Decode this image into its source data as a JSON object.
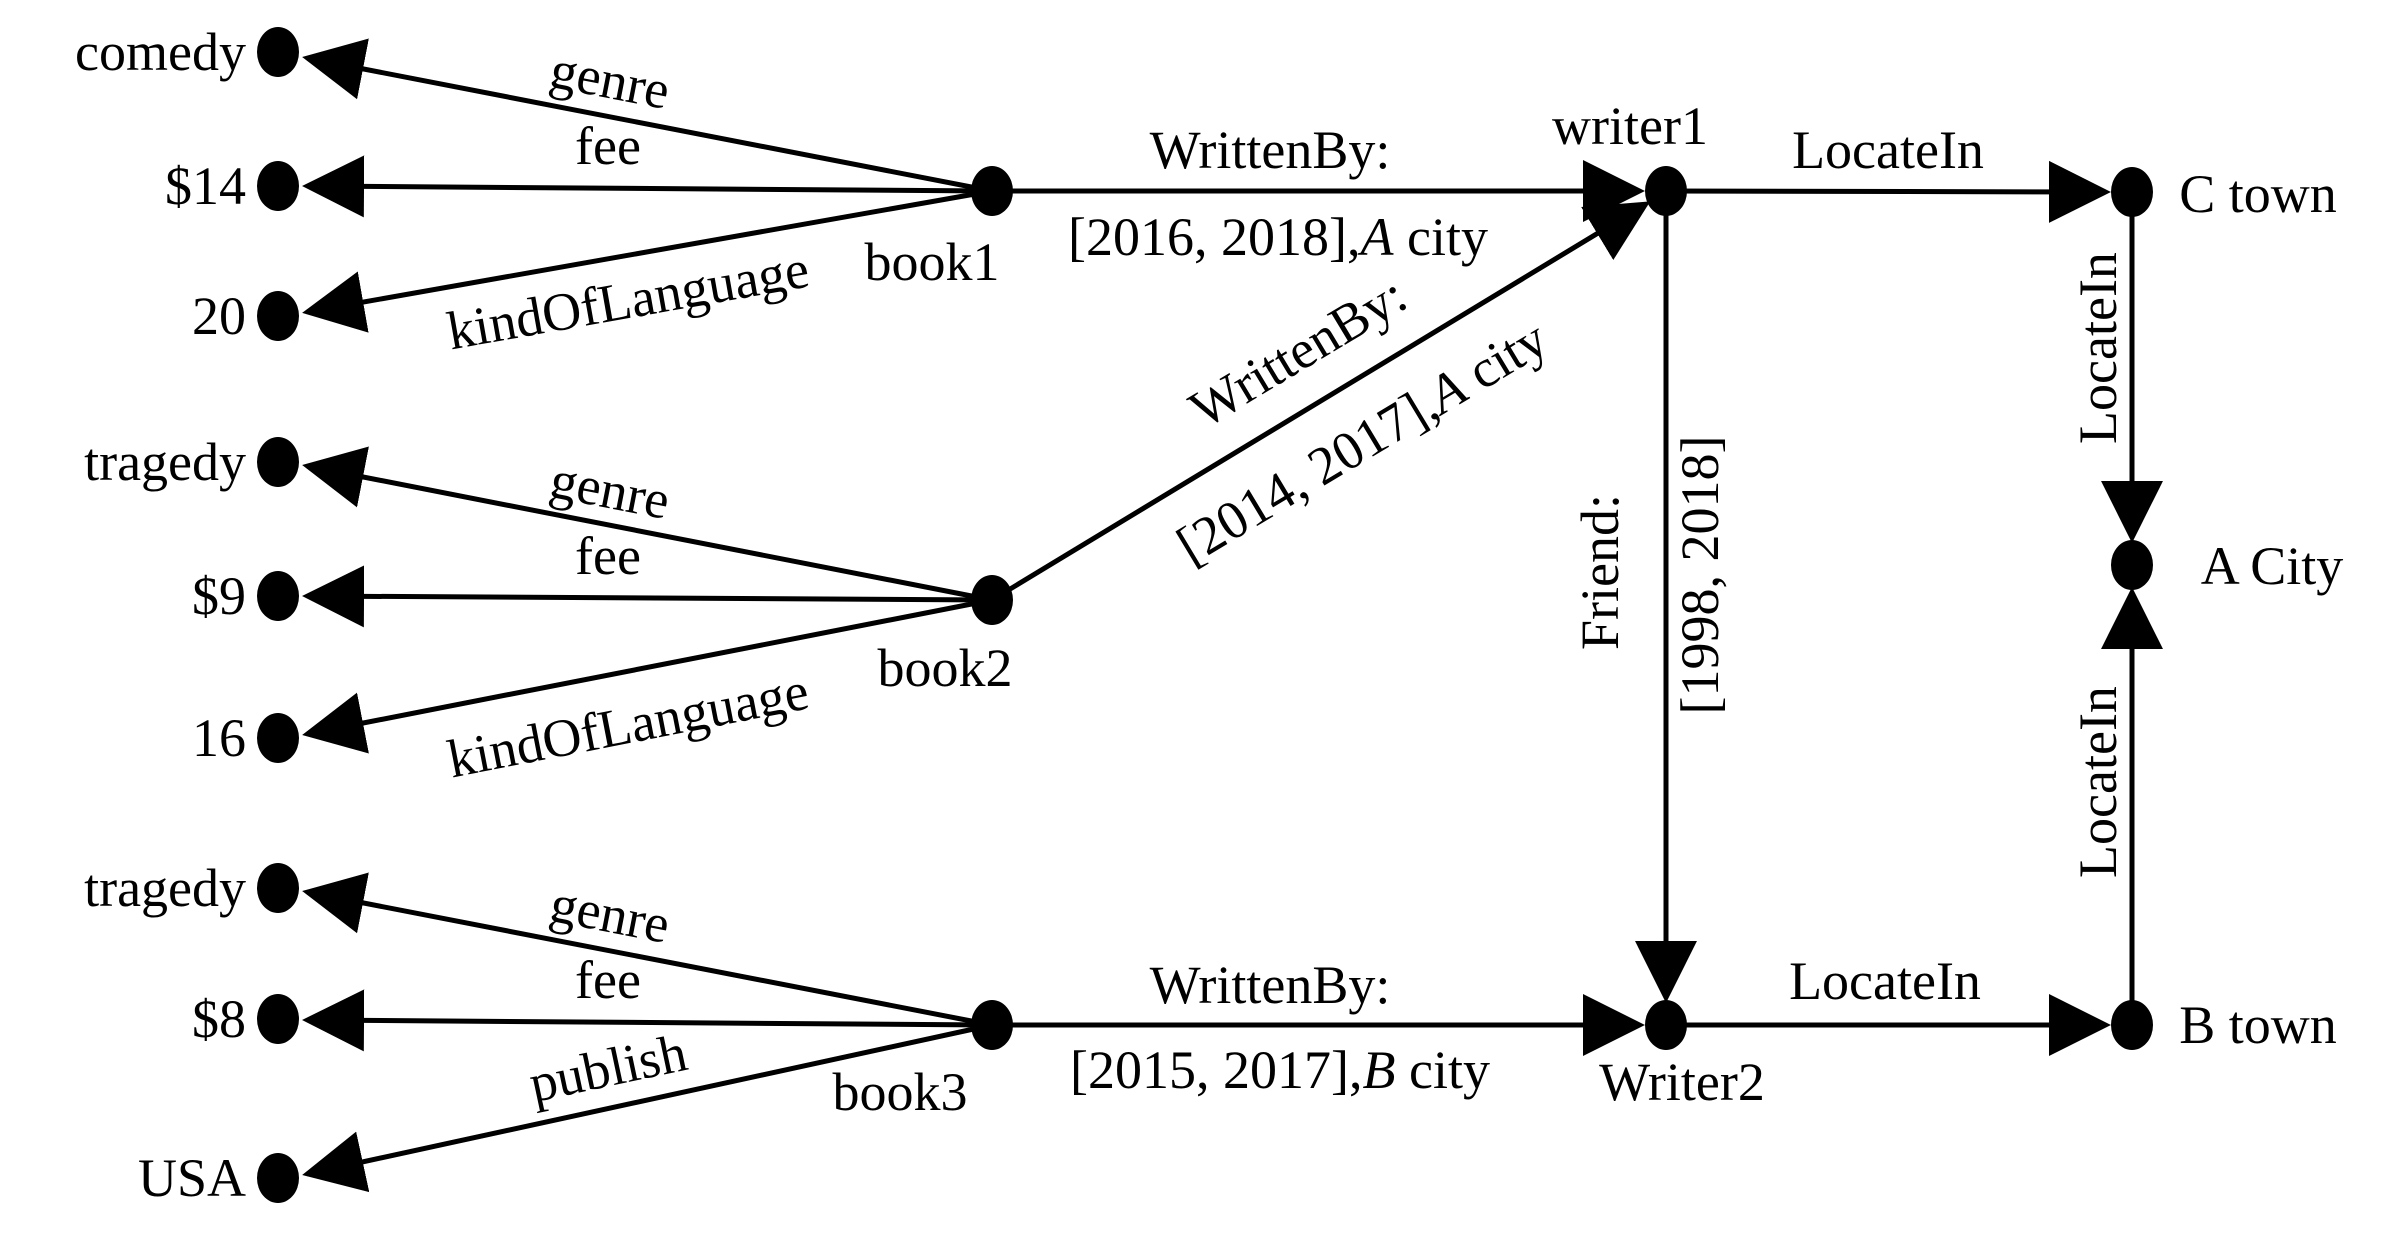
{
  "diagram": {
    "left_nodes": {
      "b1_genre": "comedy",
      "b1_fee": "$14",
      "b1_lang": "20",
      "b2_genre": "tragedy",
      "b2_fee": "$9",
      "b2_lang": "16",
      "b3_genre": "tragedy",
      "b3_fee": "$8",
      "b3_publish": "USA"
    },
    "book_nodes": {
      "book1": "book1",
      "book2": "book2",
      "book3": "book3"
    },
    "writer_nodes": {
      "writer1": "writer1",
      "writer2": "Writer2"
    },
    "place_nodes": {
      "c_town": "C town",
      "a_city": "A City",
      "b_town": "B town"
    },
    "edge_labels": {
      "genre": "genre",
      "fee": "fee",
      "kind_of_language": "kindOfLanguage",
      "publish": "publish",
      "locate_in": "LocateIn",
      "written_by": "WrittenBy:",
      "friend": "Friend:",
      "friend_interval": "[1998, 2018]",
      "book1_interval": {
        "prefix": "[2016, 2018],",
        "city_italic": "A",
        "city_rest": " city"
      },
      "book2_interval": {
        "prefix": "[2014, 2017],",
        "city_italic": "A",
        "city_rest": " city"
      },
      "book3_interval": {
        "prefix": "[2015, 2017],",
        "city_italic": "B",
        "city_rest": " city"
      }
    },
    "colors": {
      "ink": "#000000",
      "background": "#ffffff"
    }
  }
}
